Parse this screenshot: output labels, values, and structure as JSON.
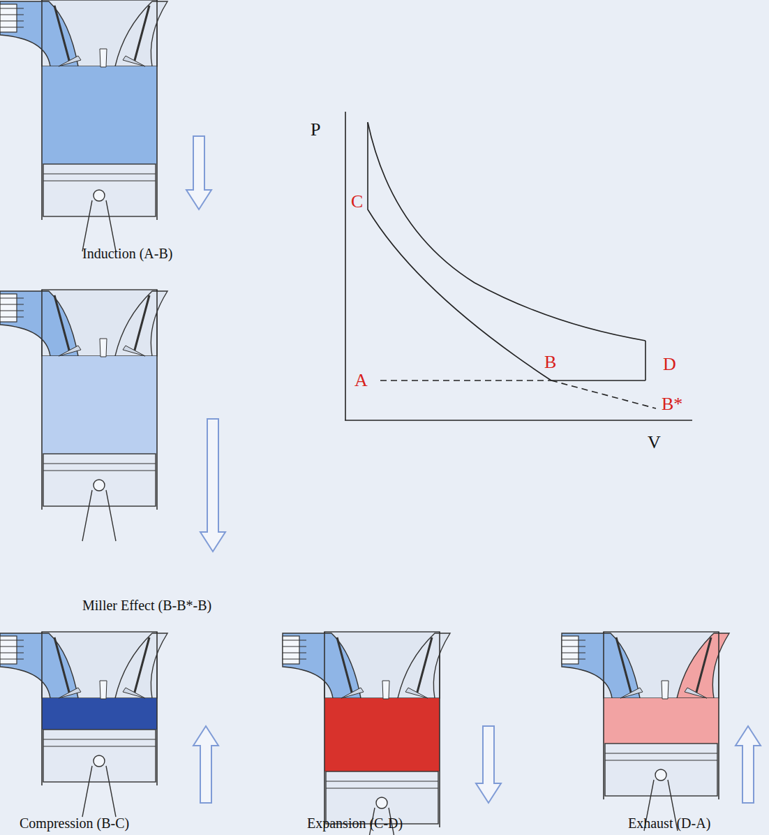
{
  "diagram": {
    "labels": [
      "Induction (A-B)",
      "Miller Effect (B-B*-B)",
      "Compression (B-C)",
      "Expansion (C-D)",
      "Exhaust (D-A)",
      "P",
      "V",
      "A",
      "B",
      "C",
      "D",
      "B*"
    ]
  }
}
